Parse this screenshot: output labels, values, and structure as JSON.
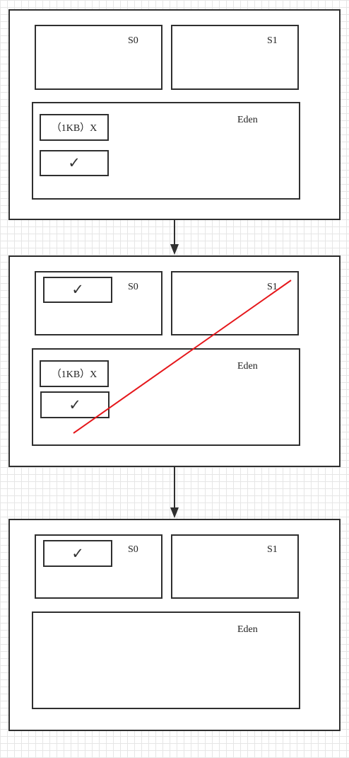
{
  "labels": {
    "s0": "S0",
    "s1": "S1",
    "eden": "Eden"
  },
  "objects": {
    "garbage": "（1KB）X",
    "survivor": "✓"
  },
  "colors": {
    "stroke": "#2f2f2f",
    "strike": "#e5171b"
  },
  "stages": [
    {
      "name": "initial"
    },
    {
      "name": "minor-gc"
    },
    {
      "name": "after-gc"
    }
  ]
}
